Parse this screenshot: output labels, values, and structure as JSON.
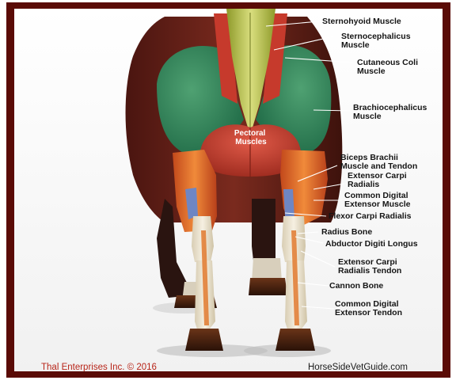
{
  "labels": [
    {
      "id": "sternohyoid",
      "lines": [
        "Sternohyoid Muscle"
      ]
    },
    {
      "id": "sternocephalicus",
      "lines": [
        "Sternocephalicus",
        "Muscle"
      ]
    },
    {
      "id": "cutaneous-coli",
      "lines": [
        "Cutaneous Coli",
        "Muscle"
      ]
    },
    {
      "id": "brachiocephalicus",
      "lines": [
        "Brachiocephalicus",
        "Muscle"
      ]
    },
    {
      "id": "pectoral",
      "lines": [
        "Pectoral",
        "Muscles"
      ]
    },
    {
      "id": "biceps-brachii",
      "lines": [
        "Biceps Brachii",
        "Muscle and Tendon"
      ]
    },
    {
      "id": "extensor-carpi-radialis",
      "lines": [
        "Extensor Carpi",
        "Radialis"
      ]
    },
    {
      "id": "common-digital-extensor-muscle",
      "lines": [
        "Common Digital",
        "Extensor Muscle"
      ]
    },
    {
      "id": "flexor-carpi-radialis",
      "lines": [
        "Flexor Carpi Radialis"
      ]
    },
    {
      "id": "radius-bone",
      "lines": [
        "Radius Bone"
      ]
    },
    {
      "id": "abductor-digiti-longus",
      "lines": [
        "Abductor Digiti Longus"
      ]
    },
    {
      "id": "extensor-carpi-radialis-tendon",
      "lines": [
        "Extensor Carpi",
        "Radialis Tendon"
      ]
    },
    {
      "id": "cannon-bone",
      "lines": [
        "Cannon Bone"
      ]
    },
    {
      "id": "common-digital-extensor-tendon",
      "lines": [
        "Common Digital",
        "Extensor Tendon"
      ]
    }
  ],
  "footer": {
    "copyright": "Thal Enterprises Inc. © 2016",
    "website": "HorseSideVetGuide.com"
  },
  "colors": {
    "frame": "#5a0b06",
    "copyright_text": "#b8261a",
    "website_text": "#1a1a1a"
  }
}
